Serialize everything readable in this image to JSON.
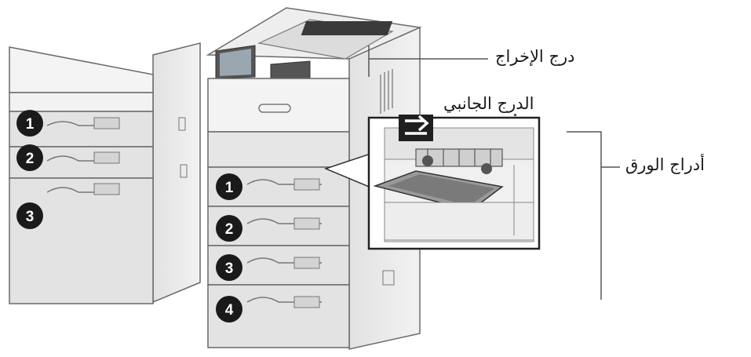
{
  "labels": {
    "output_tray": "درج الإخراج",
    "bypass_tray": "الدرج الجانبي",
    "paper_trays": "أدراج الورق"
  },
  "tray_badges": {
    "left_printer": [
      "1",
      "2",
      "3"
    ],
    "right_printer": [
      "1",
      "2",
      "3",
      "4"
    ]
  },
  "icons": {
    "bypass_badge": "tray-insert-arrow-icon"
  },
  "colors": {
    "badge_fill": "#1a1a1a",
    "line": "#555555",
    "printer_light": "#efefef",
    "printer_dark": "#cfcfcf"
  }
}
